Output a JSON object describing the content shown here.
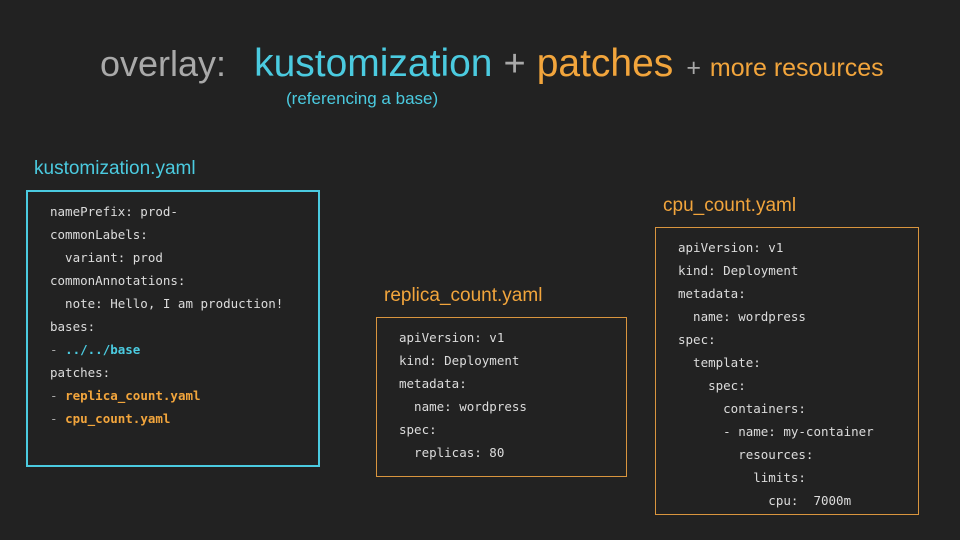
{
  "colors": {
    "background": "#222222",
    "accent_cyan": "#4BCBE0",
    "accent_orange": "#F2A53C",
    "accent_orange_border": "#D9953E",
    "title_gray": "#A9A9A9",
    "code_text": "#DCDCDC",
    "code_dash": "#A8A8A8"
  },
  "title": {
    "segments": [
      {
        "text": "overlay:",
        "color": "gray"
      },
      {
        "text": "kustomization",
        "color": "cyan"
      },
      {
        "text": "+",
        "color": "gray"
      },
      {
        "text": "patches",
        "color": "orange"
      },
      {
        "text": "+",
        "color": "gray"
      },
      {
        "text": "more resources",
        "color": "orange"
      }
    ],
    "subtitle": "(referencing a base)"
  },
  "boxes": [
    {
      "label": "kustomization.yaml",
      "accent": "cyan",
      "lines": [
        [
          {
            "t": "namePrefix: prod-",
            "s": "p"
          }
        ],
        [
          {
            "t": "commonLabels:",
            "s": "p"
          }
        ],
        [
          {
            "t": "  variant: prod",
            "s": "p"
          }
        ],
        [
          {
            "t": "commonAnnotations:",
            "s": "p"
          }
        ],
        [
          {
            "t": "  note: Hello, I am production!",
            "s": "p"
          }
        ],
        [
          {
            "t": "bases:",
            "s": "p"
          }
        ],
        [
          {
            "t": "- ",
            "s": "d"
          },
          {
            "t": "../../base",
            "s": "c"
          }
        ],
        [
          {
            "t": "patches:",
            "s": "p"
          }
        ],
        [
          {
            "t": "- ",
            "s": "d"
          },
          {
            "t": "replica_count.yaml",
            "s": "o"
          }
        ],
        [
          {
            "t": "- ",
            "s": "d"
          },
          {
            "t": "cpu_count.yaml",
            "s": "o"
          }
        ]
      ]
    },
    {
      "label": "replica_count.yaml",
      "accent": "orange",
      "lines": [
        [
          {
            "t": "apiVersion: v1",
            "s": "p"
          }
        ],
        [
          {
            "t": "kind: Deployment",
            "s": "p"
          }
        ],
        [
          {
            "t": "metadata:",
            "s": "p"
          }
        ],
        [
          {
            "t": "  name: wordpress",
            "s": "p"
          }
        ],
        [
          {
            "t": "spec:",
            "s": "p"
          }
        ],
        [
          {
            "t": "  replicas: 80",
            "s": "p"
          }
        ]
      ]
    },
    {
      "label": "cpu_count.yaml",
      "accent": "orange",
      "lines": [
        [
          {
            "t": "apiVersion: v1",
            "s": "p"
          }
        ],
        [
          {
            "t": "kind: Deployment",
            "s": "p"
          }
        ],
        [
          {
            "t": "metadata:",
            "s": "p"
          }
        ],
        [
          {
            "t": "  name: wordpress",
            "s": "p"
          }
        ],
        [
          {
            "t": "spec:",
            "s": "p"
          }
        ],
        [
          {
            "t": "  template:",
            "s": "p"
          }
        ],
        [
          {
            "t": "    spec:",
            "s": "p"
          }
        ],
        [
          {
            "t": "      containers:",
            "s": "p"
          }
        ],
        [
          {
            "t": "      - name: my-container",
            "s": "p"
          }
        ],
        [
          {
            "t": "        resources:",
            "s": "p"
          }
        ],
        [
          {
            "t": "          limits:",
            "s": "p"
          }
        ],
        [
          {
            "t": "            cpu:  7000m",
            "s": "p"
          }
        ]
      ]
    }
  ]
}
